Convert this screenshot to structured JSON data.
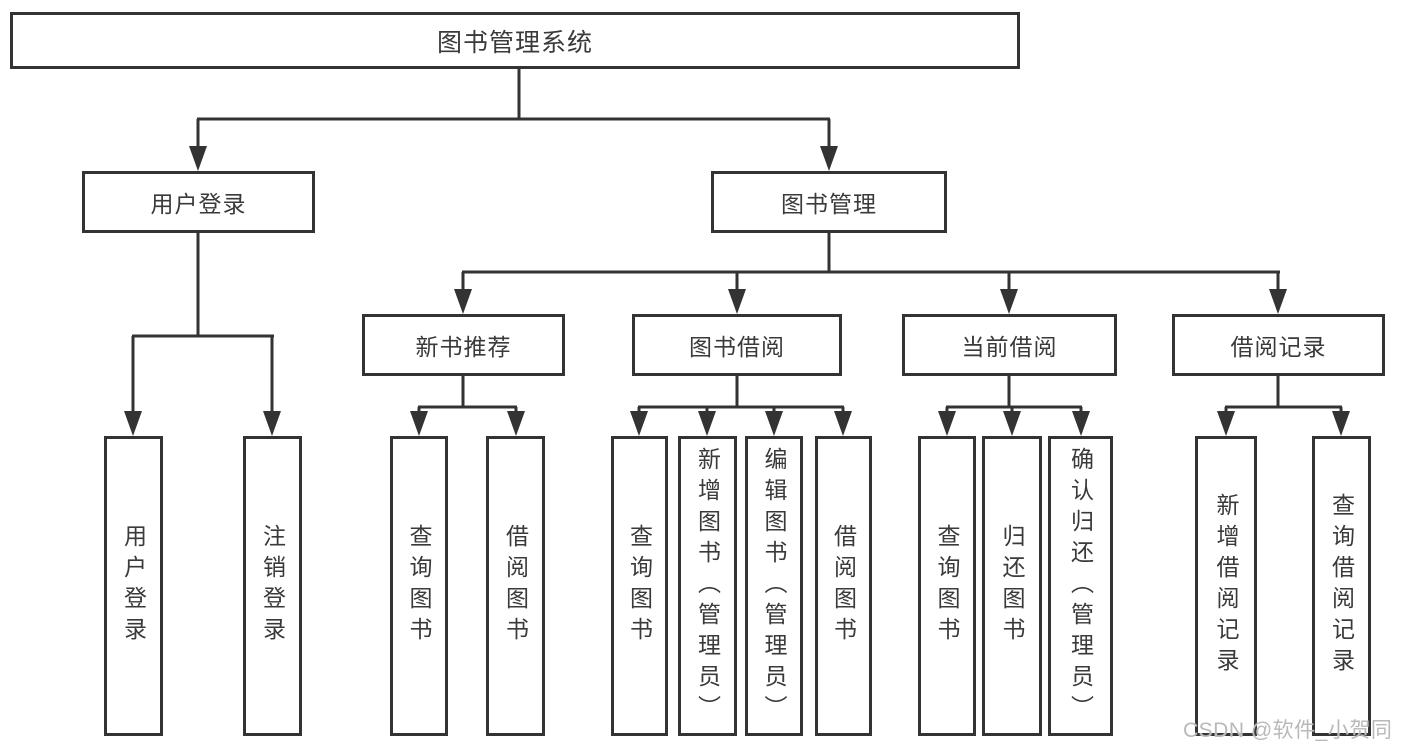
{
  "diagram": {
    "nodes": {
      "root": "图书管理系统",
      "l2": {
        "user_login": "用户登录",
        "book_management": "图书管理"
      },
      "l3": {
        "new_book_recommend": "新书推荐",
        "book_borrow": "图书借阅",
        "current_borrow": "当前借阅",
        "borrow_records": "借阅记录"
      },
      "leaves": {
        "user_login": "用户登录",
        "logout": "注销登录",
        "recommend_query_books": "查询图书",
        "recommend_borrow_books": "借阅图书",
        "borrow_query_books": "查询图书",
        "borrow_add_books": "新增图书（管理员）",
        "borrow_edit_books": "编辑图书（管理员）",
        "borrow_borrow_books": "借阅图书",
        "current_query_books": "查询图书",
        "current_return_books": "归还图书",
        "current_confirm_return": "确认归还（管理员）",
        "records_add_record": "新增借阅记录",
        "records_query_record": "查询借阅记录"
      }
    },
    "tree": {
      "图书管理系统": {
        "用户登录": [
          "用户登录",
          "注销登录"
        ],
        "图书管理": {
          "新书推荐": [
            "查询图书",
            "借阅图书"
          ],
          "图书借阅": [
            "查询图书",
            "新增图书（管理员）",
            "编辑图书（管理员）",
            "借阅图书"
          ],
          "当前借阅": [
            "查询图书",
            "归还图书",
            "确认归还（管理员）"
          ],
          "借阅记录": [
            "新增借阅记录",
            "查询借阅记录"
          ]
        }
      }
    },
    "watermark": "CSDN @软件_小贺同学",
    "colors": {
      "line": "#333333",
      "text": "#3a3a3a",
      "watermark": "#b9b9b9",
      "background": "#ffffff"
    }
  }
}
